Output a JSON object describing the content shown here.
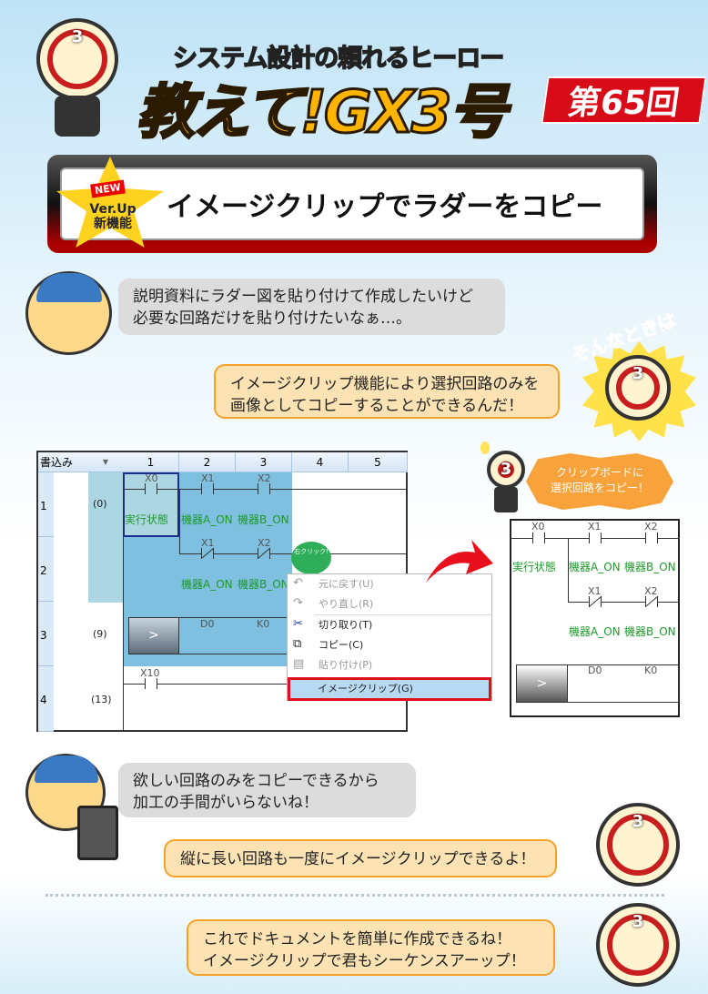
{
  "header": {
    "subtitle": "システム設計の頼れるヒーロー",
    "title": "教えて!GX3号",
    "episode": "第65回"
  },
  "banner": {
    "badge_new": "NEW",
    "badge_line1": "Ver.Up",
    "badge_line2": "新機能",
    "title": "イメージクリップでラダーをコピー"
  },
  "dialogues": [
    {
      "text": "説明資料にラダー図を貼り付けて作成したいけど\n必要な回路だけを貼り付けたいなぁ…。"
    },
    {
      "text": "イメージクリップ機能により選択回路のみを\n画像としてコピーすることができるんだ！"
    },
    {
      "text": "欲しい回路のみをコピーできるから\n加工の手間がいらないね！"
    },
    {
      "text": "縦に長い回路も一度にイメージクリップできるよ！"
    },
    {
      "text": "これでドキュメントを簡単に作成できるね！\nイメージクリップで君もシーケンスアーップ！"
    }
  ],
  "exclaim": "そんなときは",
  "hero_mark": "3",
  "ladder": {
    "mode": "書込み",
    "columns": [
      "1",
      "2",
      "3",
      "4",
      "5"
    ],
    "rows": [
      "1",
      "2",
      "3",
      "4"
    ],
    "steps": [
      "(0)",
      "(9)",
      "(13)"
    ],
    "devices": {
      "x0": "X0",
      "x1": "X1",
      "x2": "X2",
      "x10": "X10",
      "d0": "D0",
      "k0": "K0"
    },
    "comments": {
      "x0": "実行状態",
      "x1": "機器A_ON",
      "x2": "機器B_ON"
    },
    "compare_op": ">",
    "right_click_label": "右クリック!"
  },
  "context_menu": {
    "items": [
      {
        "label": "元に戻す(U)",
        "icon": "undo-icon",
        "enabled": false
      },
      {
        "label": "やり直し(R)",
        "icon": "redo-icon",
        "enabled": false
      },
      {
        "label": "切り取り(T)",
        "icon": "scissors-icon",
        "enabled": true
      },
      {
        "label": "コピー(C)",
        "icon": "copy-icon",
        "enabled": true
      },
      {
        "label": "貼り付け(P)",
        "icon": "paste-icon",
        "enabled": false
      },
      {
        "label": "イメージクリップ(G)",
        "icon": "",
        "enabled": true,
        "highlighted": true
      }
    ]
  },
  "clipboard_note": "クリップボードに\n選択回路をコピー！",
  "colors": {
    "accent_red": "#d80c18",
    "selection": "#7fbfe0",
    "comment_green": "#1d9a2a",
    "bubble_orange": "#f2a12a"
  }
}
